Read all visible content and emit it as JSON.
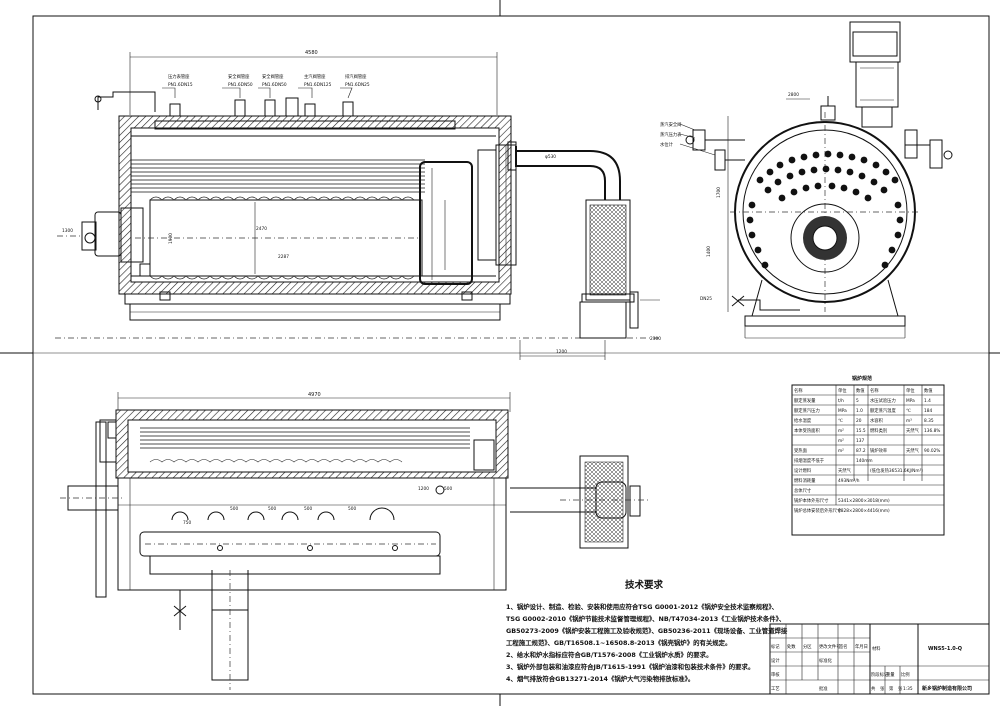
{
  "drawing": {
    "front_view": {
      "overall_dim": "4580",
      "nozzles": [
        {
          "name": "压力表管座",
          "spec": "PN1.6DN15"
        },
        {
          "name": "安全阀管座",
          "spec": "PN1.6DN50"
        },
        {
          "name": "安全阀管座",
          "spec": "PN1.6DN50"
        },
        {
          "name": "主汽阀管座",
          "spec": "PN1.6DN125"
        },
        {
          "name": "排汽阀管座",
          "spec": "PN1.6DN25"
        }
      ],
      "dims": [
        "2470",
        "2287",
        "1900",
        "2300"
      ],
      "outlet_dim": "1200"
    },
    "side_view": {
      "dims": [
        "2800",
        "1700",
        "1400",
        "DN25"
      ],
      "valves": [
        "蒸汽安全阀",
        "蒸汽压力表",
        "水位计"
      ]
    },
    "plan_view": {
      "overall_dim": "4970",
      "dims": [
        "750",
        "500",
        "500",
        "500",
        "500",
        "1200",
        "500"
      ]
    },
    "params_table": {
      "title": "锅炉规范",
      "header": [
        "名称",
        "单位",
        "数值",
        "名称",
        "单位",
        "数值"
      ],
      "rows": [
        [
          "额定蒸发量",
          "t/h",
          "5",
          "水压试验压力",
          "MPa",
          "1.4"
        ],
        [
          "额定蒸汽压力",
          "MPa",
          "1.0",
          "额定蒸汽温度",
          "℃",
          "184"
        ],
        [
          "给水温度",
          "℃",
          "20",
          "水容积",
          "m³",
          "8.35"
        ],
        [
          "本体受热面积",
          "m²",
          "15.5",
          "燃料类别",
          "天然气",
          "136.8%"
        ],
        [
          "",
          "m²",
          "137",
          "",
          "",
          ""
        ],
        [
          "受热面",
          "m²",
          "87.2",
          "锅炉效率",
          "天然气",
          "90.02%"
        ],
        [
          "排烟温度不低于",
          "",
          "140mm",
          "",
          "",
          ""
        ],
        [
          "设计燃料",
          "天然气",
          "",
          "(低位发热36531.6KJ/Nm³)",
          "",
          ""
        ],
        [
          "燃料消耗量",
          "493Nm³/h",
          "",
          "",
          "",
          ""
        ],
        [
          "总体尺寸",
          "",
          "",
          "",
          "",
          ""
        ],
        [
          "锅炉本体外形尺寸",
          "5341×2800×3018(mm)",
          "",
          "",
          "",
          ""
        ],
        [
          "锅炉总体安装后外形尺寸",
          "8828×2800×4416(mm)",
          "",
          "",
          "",
          ""
        ]
      ]
    },
    "tech_requirements": {
      "title": "技术要求",
      "items": [
        "1、锅炉设计、制造、检验、安装和使用应符合TSG G0001-2012《锅炉安全技术监察规程》、",
        "TSG G0002-2010《锅炉节能技术监督管理规程》、NB/T47034-2013《工业锅炉技术条件》、",
        "GB50273-2009《锅炉安装工程施工及验收规范》、GB50236-2011《现场设备、工业管道焊接",
        "工程施工规范》、GB/T16508.1~16508.8-2013《锅壳锅炉》的有关规定。",
        "2、给水和炉水指标应符合GB/T1576-2008《工业锅炉水质》的要求。",
        "3、锅炉外部包装和油漆应符合JB/T1615-1991《锅炉油漆和包装技术条件》的要求。",
        "4、烟气排放符合GB13271-2014《锅炉大气污染物排放标准》。"
      ]
    },
    "title_block": {
      "drawing_no": "WNS5-1.0-Q",
      "scale": "1:35",
      "company": "新乡锅炉制造有限公司",
      "labels": [
        "材料",
        "标记",
        "处数",
        "分区",
        "更改文件号",
        "签名",
        "年月日",
        "设计",
        "标准化",
        "审核",
        "工艺",
        "批准",
        "阶段标记",
        "重量",
        "比例",
        "共",
        "张",
        "第",
        "张"
      ]
    }
  }
}
